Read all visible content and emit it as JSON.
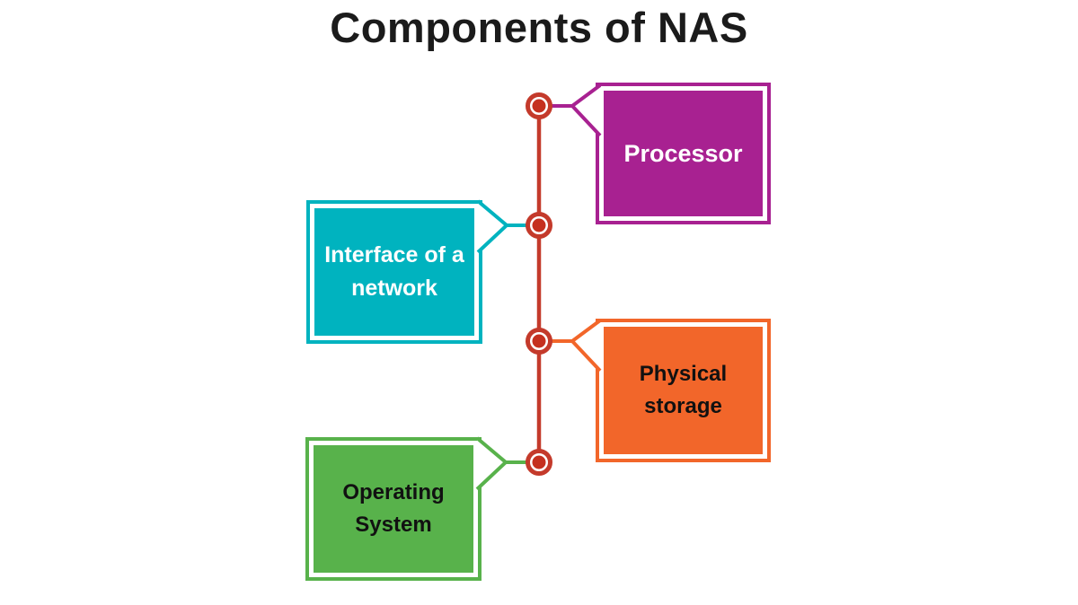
{
  "title": "Components of NAS",
  "diagram": {
    "type": "timeline-infographic",
    "node_count": 4,
    "components": [
      {
        "label": "Processor",
        "side": "right",
        "box_color": "#a82191",
        "text_color": "#ffffff"
      },
      {
        "label": "Interface of a network",
        "side": "left",
        "box_color": "#00b3bf",
        "text_color": "#ffffff"
      },
      {
        "label": "Physical storage",
        "side": "right",
        "box_color": "#f2662a",
        "text_color": "#111111"
      },
      {
        "label": "Operating System",
        "side": "left",
        "box_color": "#58b24b",
        "text_color": "#111111"
      }
    ],
    "colors": {
      "timeline_line": "#c43a2b",
      "node_ring": "#c43a2b",
      "node_dot": "#c5301f",
      "background": "#ffffff",
      "title_text": "#1b1b1b"
    }
  }
}
